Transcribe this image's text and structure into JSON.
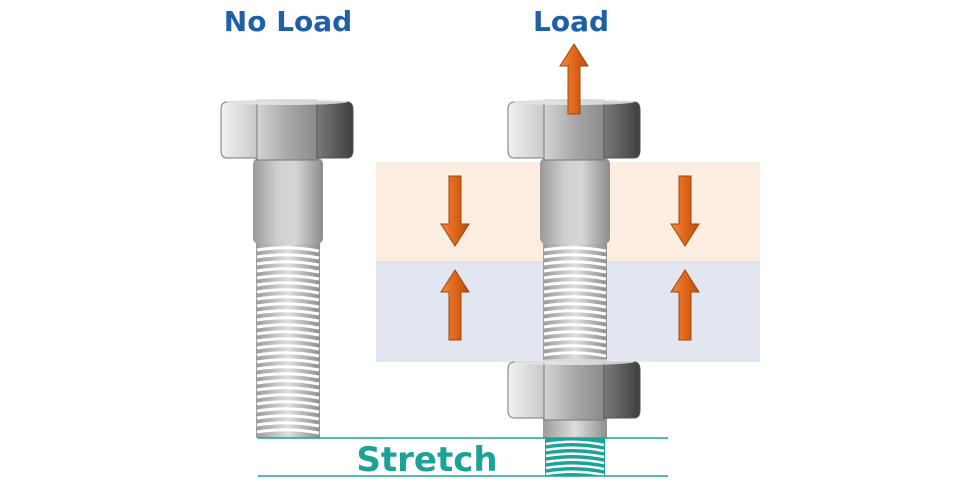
{
  "labels": {
    "no_load": "No Load",
    "load": "Load",
    "stretch": "Stretch"
  },
  "colors": {
    "title_blue": "#1f5fa5",
    "stretch_teal": "#1aa396",
    "arrow_orange": "#e0661a",
    "upper_plate": "#fbeee0",
    "lower_plate": "#e1e6f1",
    "bolt_gray": "#bfbfbf"
  },
  "icons": {
    "load_arrow": "arrow-up-icon",
    "compression_arrows": "arrow-down-icon / arrow-up-icon"
  }
}
